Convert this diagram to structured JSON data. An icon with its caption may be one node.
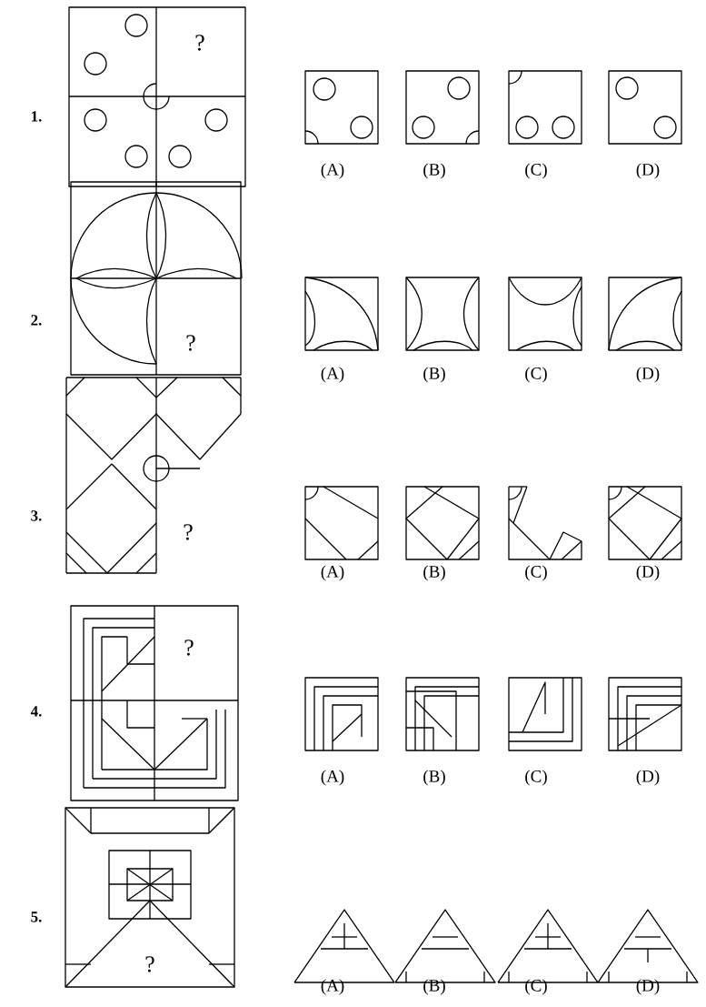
{
  "diagram": {
    "labels": [
      "1.",
      "?",
      "(A)",
      "(B)",
      "(C)",
      "(D)",
      "2.",
      "?",
      "(A)",
      "(B)",
      "(C)",
      "(D)",
      "3.",
      "?",
      "(A)",
      "(B)",
      "(C)",
      "(D)",
      "4.",
      "?",
      "(A)",
      "(B)",
      "(C)",
      "(D)",
      "5.",
      "?",
      "(A)",
      "(B)",
      "(C)",
      "(D)"
    ]
  }
}
